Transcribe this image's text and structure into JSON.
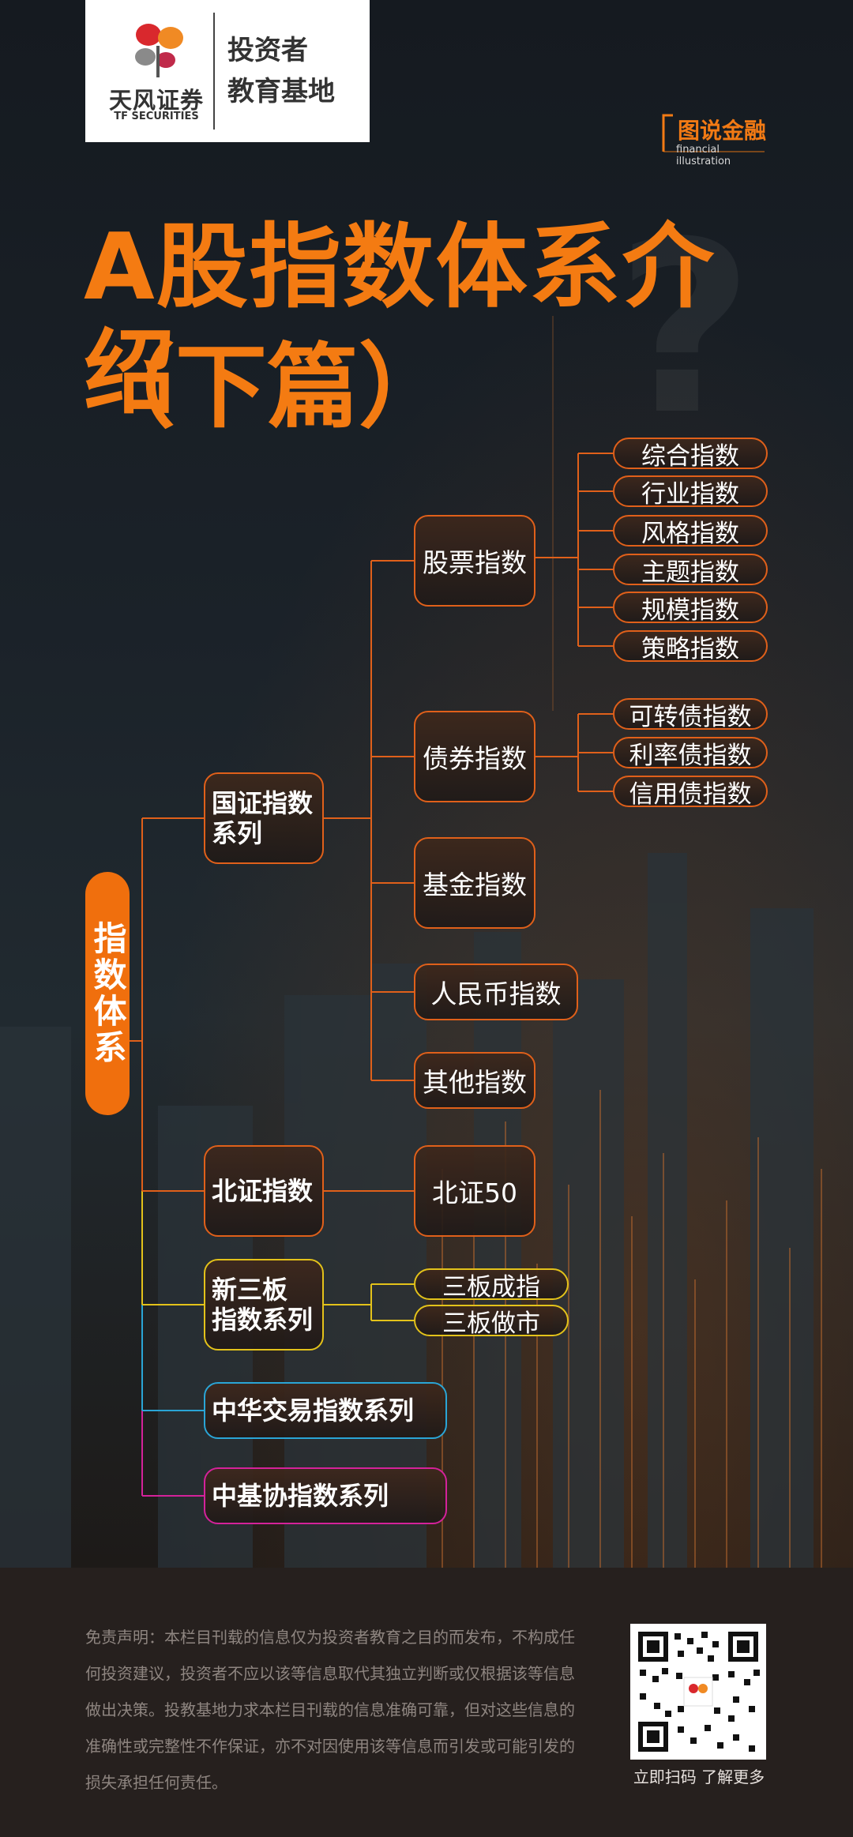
{
  "brand": {
    "name": "天风证券",
    "name_en": "TF SECURITIES",
    "tag": "投资者\n教育基地",
    "tagline_cn": "图说金融",
    "tagline_en": "financial illustration",
    "colors": {
      "accent": "#f47b12",
      "dark": "#14171b",
      "footer": "#26201e"
    }
  },
  "title": {
    "line1": "A股指数体系介绍",
    "line2": "（下篇）"
  },
  "tree": {
    "root": "指数体系",
    "series": [
      {
        "label": "国证指数\n系列",
        "children": [
          {
            "label": "股票指数",
            "leaves": [
              "综合指数",
              "行业指数",
              "风格指数",
              "主题指数",
              "规模指数",
              "策略指数"
            ]
          },
          {
            "label": "债券指数",
            "leaves": [
              "可转债指数",
              "利率债指数",
              "信用债指数"
            ]
          },
          {
            "label": "基金指数"
          },
          {
            "label": "人民币指数"
          },
          {
            "label": "其他指数"
          }
        ]
      },
      {
        "label": "北证指数",
        "children": [
          {
            "label": "北证50"
          }
        ]
      },
      {
        "label": "新三板\n指数系列",
        "leaves": [
          "三板成指",
          "三板做市"
        ]
      },
      {
        "label": "中华交易指数系列"
      },
      {
        "label": "中基协指数系列"
      }
    ]
  },
  "footer": {
    "disclaimer": "免责声明：本栏目刊载的信息仅为投资者教育之目的而发布，不构成任何投资建议，投资者不应以该等信息取代其独立判断或仅根据该等信息做出决策。投教基地力求本栏目刊载的信息准确可靠，但对这些信息的准确性或完整性不作保证，亦不对因使用该等信息而引发或可能引发的损失承担任何责任。",
    "qr_caption": "立即扫码 了解更多"
  }
}
